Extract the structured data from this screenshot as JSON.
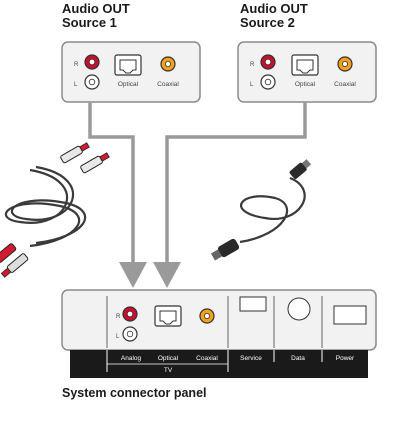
{
  "source1": {
    "title_line1": "Audio OUT",
    "title_line2": "Source 1",
    "labels": {
      "r": "R",
      "l": "L",
      "optical": "Optical",
      "coaxial": "Coaxial"
    }
  },
  "source2": {
    "title_line1": "Audio OUT",
    "title_line2": "Source 2",
    "labels": {
      "r": "R",
      "l": "L",
      "optical": "Optical",
      "coaxial": "Coaxial"
    }
  },
  "system_panel": {
    "caption": "System connector panel",
    "jack_labels": {
      "r": "R",
      "l": "L"
    },
    "bar_labels": {
      "analog": "Analog",
      "optical": "Optical",
      "coaxial": "Coaxial",
      "tv": "TV",
      "service": "Service",
      "data": "Data",
      "power": "Power"
    }
  },
  "colors": {
    "jack_red": "#c8102e",
    "jack_orange": "#f4a020",
    "panel_fill": "#f2f2f2",
    "connector_line": "#9a9a9a",
    "bar": "#1a1a1a"
  }
}
